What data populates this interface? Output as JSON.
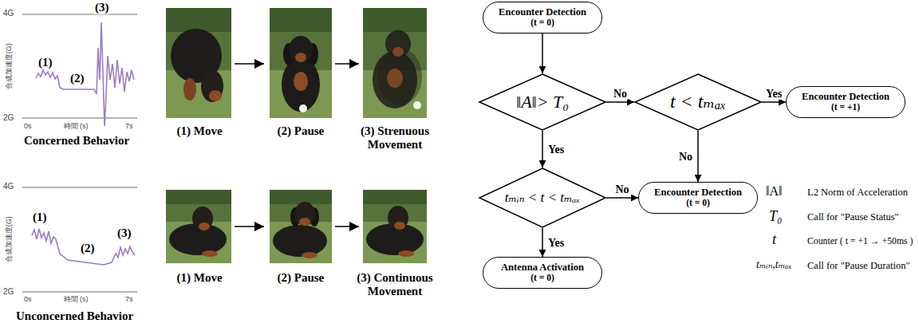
{
  "diagram": {
    "nodes": [
      {
        "text": [
          "Encounter Detection",
          "(t = 0)"
        ]
      },
      {
        "text": [
          "‖A‖> T₀"
        ]
      },
      {
        "text": [
          "t < tₘₐₓ"
        ]
      },
      {
        "text": [
          "Encounter Detection",
          "(t = +1)"
        ]
      },
      {
        "text": [
          "tₘᵢₙ < t < tₘₐₓ"
        ]
      },
      {
        "text": [
          "Encounter Detection",
          "(t = 0)"
        ]
      },
      {
        "text": [
          "Antenna Activation",
          "(t = 0)"
        ]
      }
    ],
    "edges": [
      {
        "from": 0,
        "to": 1,
        "arrow": "to"
      },
      {
        "from": 1,
        "to": 2,
        "label": "No",
        "arrow": "to"
      },
      {
        "from": 2,
        "to": 3,
        "label": "Yes",
        "arrow": "to"
      },
      {
        "from": 1,
        "to": 4,
        "label": "Yes",
        "arrow": "to"
      },
      {
        "from": 2,
        "to": 5,
        "label": "No",
        "arrow": "to"
      },
      {
        "from": 4,
        "to": 5,
        "label": "No",
        "arrow": "to"
      },
      {
        "from": 4,
        "to": 6,
        "label": "Yes",
        "arrow": "to"
      }
    ],
    "labels": [
      "4G",
      "(3)",
      "(1)",
      "(2)",
      "合成加速度(G)",
      "2G",
      "0s",
      "時間 (s)",
      "7s",
      "Concerned Behavior",
      "(1) Move",
      "(2) Pause",
      "(3) Strenuous Movement",
      "4G",
      "(1)",
      "(2)",
      "(3)",
      "合成加速度(G)",
      "2G",
      "0s",
      "時間 (s)",
      "7s",
      "Unconcerned Behavior",
      "(1) Move",
      "(2) Pause",
      "(3) Continuous Movement",
      "‖A‖",
      "L2 Norm of Acceleration",
      "T₀",
      "Call for \"Pause Status\"",
      "t",
      "Counter ( t = +1 → +50ms )",
      "tₘᵢₙ,tₘₐₓ",
      "Call for \"Pause Duration\""
    ]
  }
}
